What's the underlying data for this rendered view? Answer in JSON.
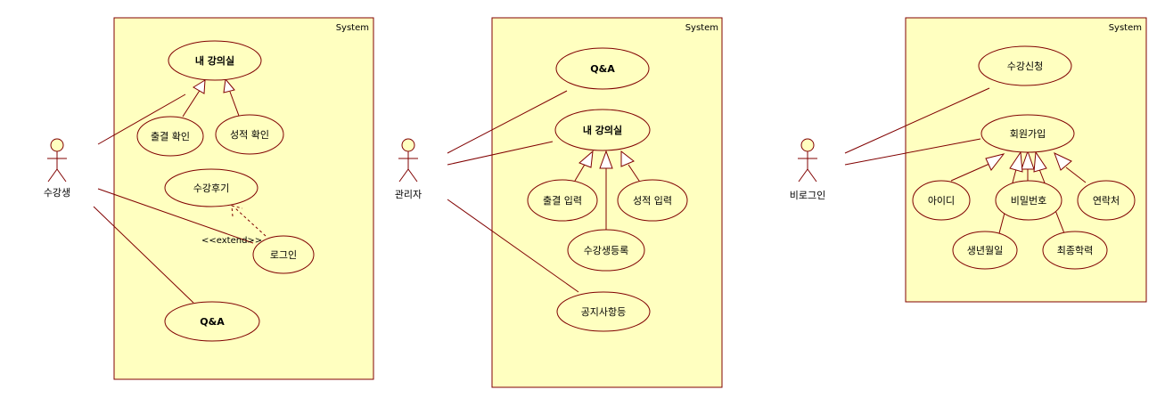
{
  "system_label": "System",
  "diagram1": {
    "actor": "수강생",
    "usecases": {
      "classroom": "내 강의실",
      "attendance_check": "출결 확인",
      "grade_check": "성적 확인",
      "review": "수강후기",
      "login": "로그인",
      "qa": "Q&A"
    },
    "stereotype": "<<extend>>"
  },
  "diagram2": {
    "actor": "관리자",
    "usecases": {
      "qa": "Q&A",
      "classroom": "내 강의실",
      "attendance_input": "출결 입력",
      "grade_input": "성적 입력",
      "student_register": "수강생등록",
      "notice_register": "공지사항등"
    }
  },
  "diagram3": {
    "actor": "비로그인",
    "usecases": {
      "enroll": "수강신청",
      "signup": "회원가입",
      "user_id": "아이디",
      "password": "비밀번호",
      "contact": "연락처",
      "birthdate": "생년월일",
      "education": "최종학력"
    }
  }
}
